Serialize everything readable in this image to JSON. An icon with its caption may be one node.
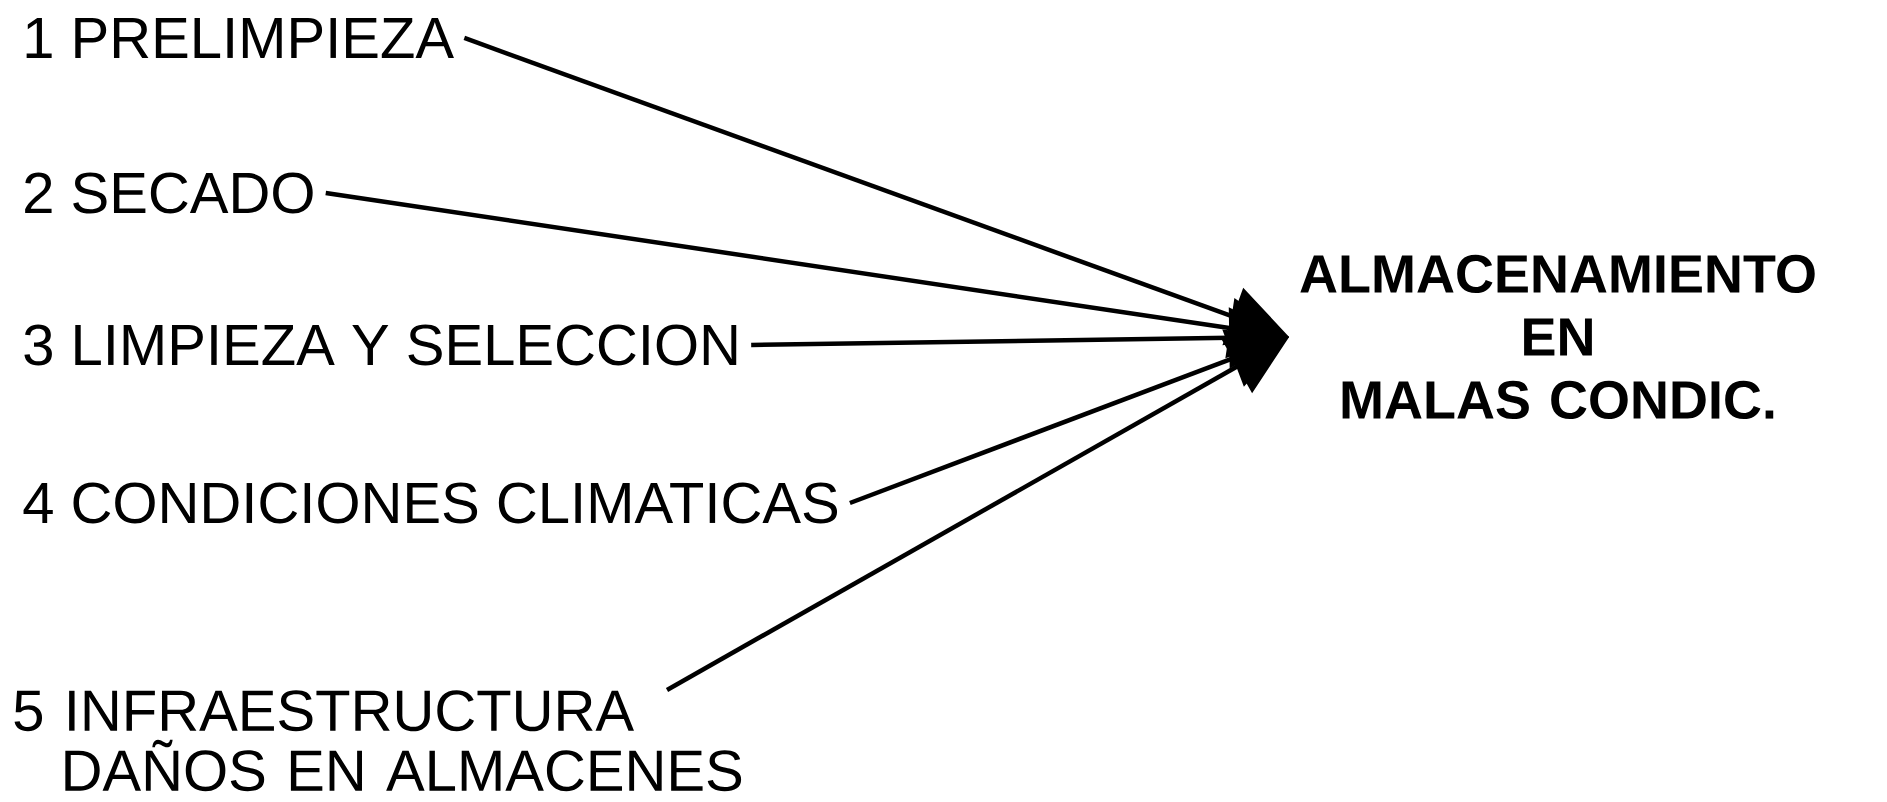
{
  "diagram": {
    "nodes": [
      {
        "text": [
          "1 PRELIMPIEZA"
        ]
      },
      {
        "text": [
          "2 SECADO"
        ]
      },
      {
        "text": [
          "3 LIMPIEZA Y SELECCION"
        ]
      },
      {
        "text": [
          "4 CONDICIONES CLIMATICAS"
        ]
      },
      {
        "text": [
          "5 INFRAESTRUCTURA DAÑOS EN ALMACENES"
        ]
      },
      {
        "text": [
          "ALMACENAMIENTO EN MALAS CONDIC."
        ]
      }
    ],
    "edges": [
      {
        "from": 0,
        "to": 5,
        "arrow": "to"
      },
      {
        "from": 1,
        "to": 5,
        "arrow": "to"
      },
      {
        "from": 2,
        "to": 5,
        "arrow": "to"
      },
      {
        "from": 3,
        "to": 5,
        "arrow": "to"
      },
      {
        "from": 4,
        "to": 5,
        "arrow": "to"
      }
    ]
  }
}
